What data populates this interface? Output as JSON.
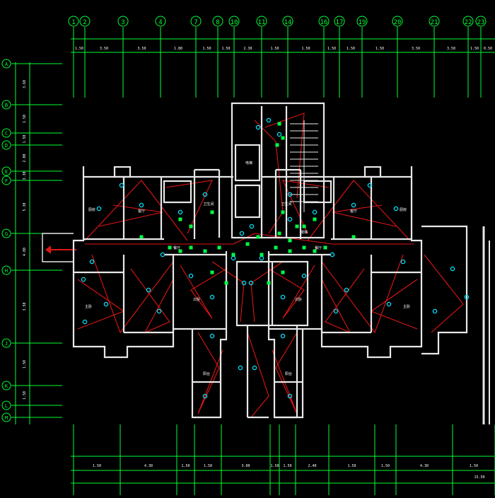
{
  "drawing": {
    "colors": {
      "background": "#000000",
      "axis": "#00ff33",
      "wall": "#e8e8e8",
      "wiring": "#e01515",
      "fixture": "#00e5ff",
      "panel": "#00ff44",
      "text": "#ffffff"
    },
    "top_axes": [
      "1",
      "2",
      "3",
      "4",
      "7",
      "8",
      "10",
      "11",
      "14",
      "16",
      "17",
      "19",
      "20",
      "21",
      "22",
      "23"
    ],
    "top_dims": [
      "1.50",
      "3.50",
      "3.50",
      "1.80",
      "1.50",
      "1.50",
      "2.30",
      "1.50",
      "1.50",
      "1.50",
      "1.50",
      "1.50",
      "3.50",
      "3.50",
      "1.50",
      "0.50"
    ],
    "left_axes": [
      "A",
      "B",
      "C",
      "D",
      "E",
      "F",
      "G",
      "H",
      "J",
      "K",
      "L",
      "M"
    ],
    "left_dims": [
      "3.60",
      "1.50",
      "1.50",
      "2.00",
      "3.30",
      "5.30",
      "4.80",
      "3.50",
      "1.50",
      "1.50"
    ],
    "bottom_dims": [
      "1.50",
      "4.30",
      "1.50",
      "1.50",
      "3.00",
      "1.50",
      "1.50",
      "2.40",
      "1.50",
      "1.50",
      "4.30",
      "1.50"
    ],
    "bottom_right_label": "15.50",
    "room_labels": [
      "客厅",
      "主卧",
      "次卧",
      "厨房",
      "卫生间",
      "餐厅",
      "阳台",
      "电梯",
      "楼梯"
    ]
  }
}
